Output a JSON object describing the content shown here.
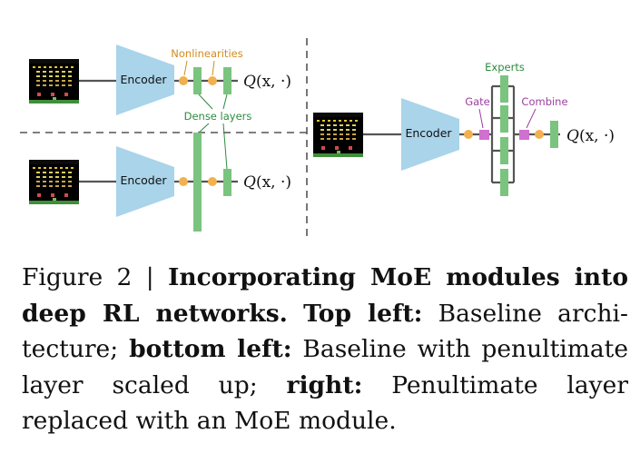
{
  "diagram": {
    "labels": {
      "encoder": "Encoder",
      "nonlinearities": "Nonlinearities",
      "dense_layers": "Dense layers",
      "q_output_x": "Q",
      "q_output_args": "(x, ·)",
      "experts": "Experts",
      "gate": "Gate",
      "combine": "Combine"
    },
    "colors": {
      "encoder": "#a9d4ea",
      "dense": "#7ac47f",
      "nonlinearity": "#f2b14e",
      "moe_block": "#d070d0",
      "label_orange": "#d28b1e",
      "label_green": "#2e8b3f",
      "label_purple": "#9b3fa0",
      "line": "#555555",
      "frame_bg": "#000000",
      "frame_ground": "#3f8f3a"
    },
    "frame_icon": "space-invaders-frame"
  },
  "caption": {
    "prefix": "Figure 2 | ",
    "title": "Incorporating MoE modules into deep RL networks.",
    "top_left_label": "Top left:",
    "top_left_text": " Baseline archi­tecture; ",
    "bottom_left_label": "bottom left:",
    "bottom_left_text": " Baseline with penultimate layer scaled up; ",
    "right_label": "right:",
    "right_text": " Penultimate layer replaced with an MoE module."
  }
}
